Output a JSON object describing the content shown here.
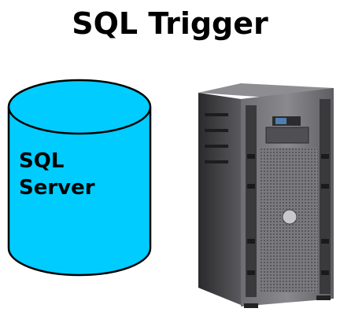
{
  "title": "SQL Trigger",
  "database": {
    "label_line1": "SQL",
    "label_line2": "Server",
    "fill_color": "#00ccff",
    "stroke_color": "#000000"
  },
  "server": {
    "icon": "server-tower-icon",
    "body_color": "#4a4a4c"
  }
}
